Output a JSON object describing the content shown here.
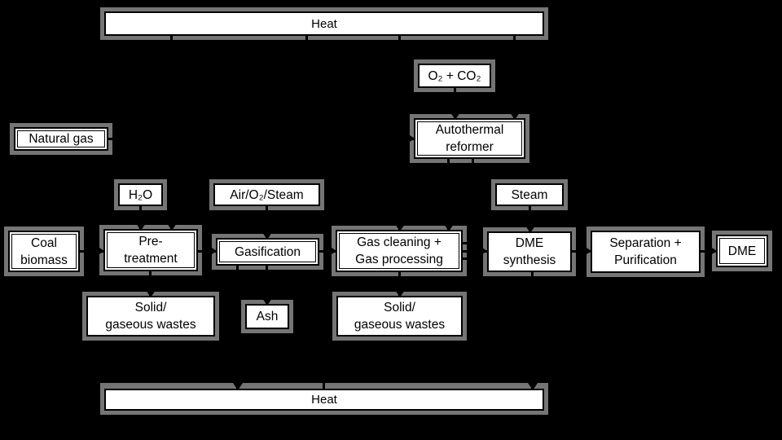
{
  "diagram_title": "DME production process flow",
  "colors": {
    "background": "#000000",
    "box_fill": "#ffffff",
    "box_border": "#000000",
    "shadow": "#757575",
    "line": "#000000",
    "text": "#000000"
  },
  "nodes": {
    "heat_top": {
      "label": "Heat"
    },
    "o2_co2": {
      "label": "O₂ + CO₂"
    },
    "natural_gas": {
      "label": "Natural gas"
    },
    "autothermal": {
      "label": "Autothermal\nreformer"
    },
    "h2o": {
      "label": "H₂O"
    },
    "air_o2_steam": {
      "label": "Air/O₂/Steam"
    },
    "steam": {
      "label": "Steam"
    },
    "coal_biomass": {
      "label": "Coal\nbiomass"
    },
    "pre_treatment": {
      "label": "Pre-\ntreatment"
    },
    "gasification": {
      "label": "Gasification"
    },
    "gas_cleaning": {
      "label": "Gas cleaning +\nGas processing"
    },
    "dme_synthesis": {
      "label": "DME\nsynthesis"
    },
    "separation": {
      "label": "Separation +\nPurification"
    },
    "dme": {
      "label": "DME"
    },
    "wastes_left": {
      "label": "Solid/\ngaseous wastes"
    },
    "ash": {
      "label": "Ash"
    },
    "wastes_right": {
      "label": "Solid/\ngaseous wastes"
    },
    "heat_bottom": {
      "label": "Heat"
    }
  },
  "edges": [
    {
      "from": "Coal biomass",
      "to": "Pre-treatment"
    },
    {
      "from": "H₂O",
      "to": "Pre-treatment"
    },
    {
      "from": "Heat (top)",
      "to": "Pre-treatment"
    },
    {
      "from": "Pre-treatment",
      "to": "Gasification"
    },
    {
      "from": "Pre-treatment",
      "to": "Solid/gaseous wastes"
    },
    {
      "from": "Air/O₂/Steam",
      "to": "Gasification"
    },
    {
      "from": "Gasification",
      "to": "Gas cleaning + Gas processing"
    },
    {
      "from": "Gasification",
      "to": "Ash"
    },
    {
      "from": "Gasification",
      "to": "Heat (bottom)"
    },
    {
      "from": "Natural gas",
      "to": "Autothermal reformer"
    },
    {
      "from": "O₂ + CO₂",
      "to": "Autothermal reformer"
    },
    {
      "from": "Heat (top)",
      "to": "Autothermal reformer"
    },
    {
      "from": "Autothermal reformer",
      "to": "Gas cleaning + Gas processing"
    },
    {
      "from": "Heat (top)",
      "to": "Gas cleaning + Gas processing"
    },
    {
      "from": "Gas cleaning + Gas processing",
      "to": "Solid/gaseous wastes"
    },
    {
      "from": "Gas cleaning + Gas processing",
      "to": "DME synthesis"
    },
    {
      "from": "Steam",
      "to": "DME synthesis"
    },
    {
      "from": "DME synthesis",
      "to": "Heat (bottom)"
    },
    {
      "from": "DME synthesis",
      "to": "Separation + Purification"
    },
    {
      "from": "Separation + Purification",
      "to": "DME"
    }
  ]
}
